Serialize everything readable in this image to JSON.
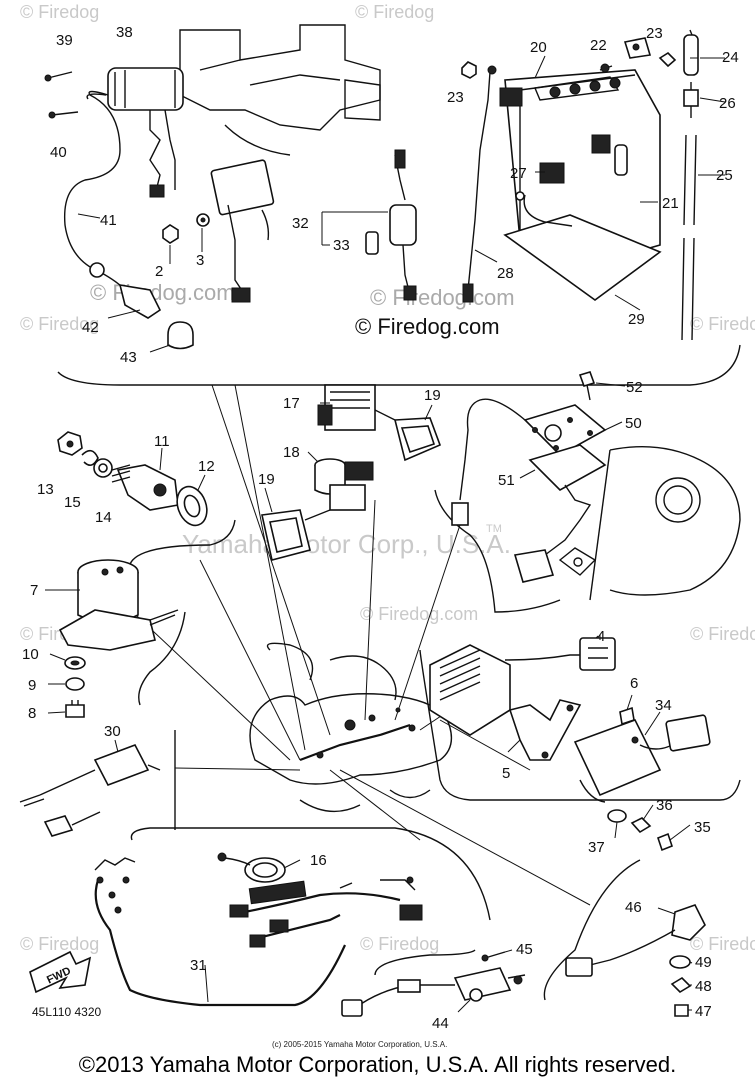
{
  "labels": {
    "p2": "2",
    "p3": "3",
    "p4": "4",
    "p5": "5",
    "p6": "6",
    "p7": "7",
    "p8": "8",
    "p9": "9",
    "p10": "10",
    "p11": "11",
    "p12": "12",
    "p13": "13",
    "p14": "14",
    "p15": "15",
    "p16": "16",
    "p17": "17",
    "p18": "18",
    "p19a": "19",
    "p19b": "19",
    "p20": "20",
    "p21": "21",
    "p22": "22",
    "p23a": "23",
    "p23b": "23",
    "p24": "24",
    "p25": "25",
    "p26": "26",
    "p27": "27",
    "p28": "28",
    "p29": "29",
    "p30": "30",
    "p31": "31",
    "p32": "32",
    "p33": "33",
    "p34": "34",
    "p35": "35",
    "p36": "36",
    "p37": "37",
    "p38": "38",
    "p39": "39",
    "p40": "40",
    "p41": "41",
    "p42": "42",
    "p43": "43",
    "p44": "44",
    "p45": "45",
    "p46": "46",
    "p47": "47",
    "p48": "48",
    "p49": "49",
    "p50": "50",
    "p51": "51",
    "p52": "52"
  },
  "watermarks": {
    "firedog": "© Firedog.com",
    "firedog_short": "© Firedog",
    "yamaha": "Yamaha Motor Corp., U.S.A.",
    "tm": "TM"
  },
  "fwd_label": "FWD",
  "diagram_code": "45L110 4320",
  "small_copyright": "(c) 2005-2015 Yamaha Motor Corporation, U.S.A.",
  "copyright": "©2013 Yamaha Motor Corporation, U.S.A. All rights reserved."
}
